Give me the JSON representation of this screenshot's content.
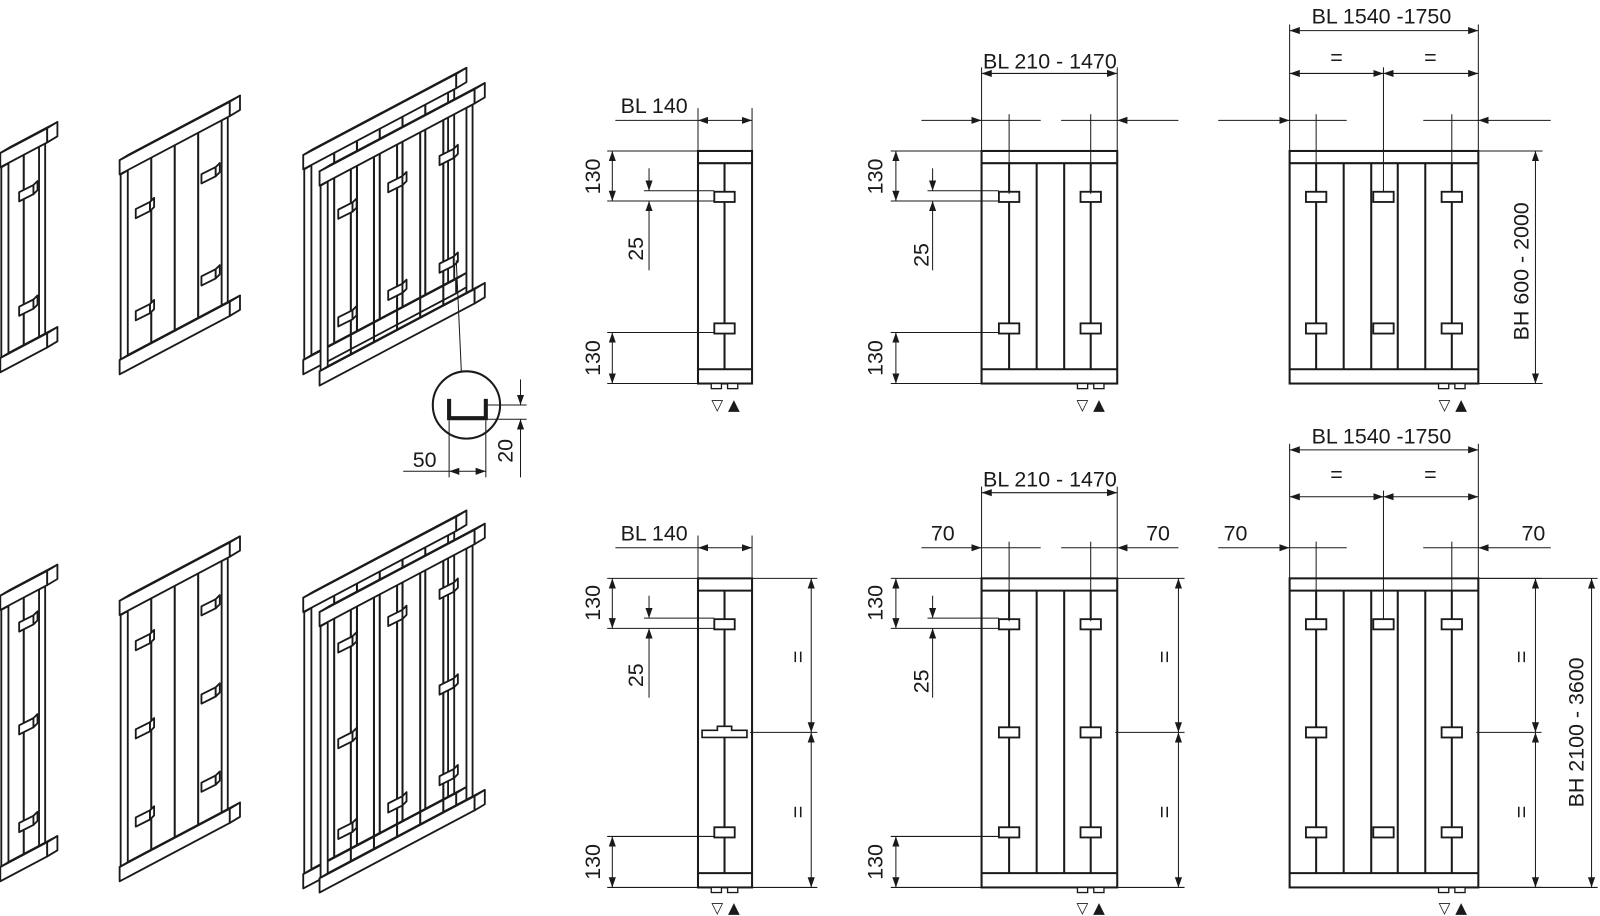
{
  "figure": {
    "detail": {
      "width": "50",
      "height": "20"
    },
    "top_row": {
      "p140": {
        "bl": "BL 140",
        "top": "130",
        "spacing": "25",
        "bottom": "130",
        "markers": "▽ ▲"
      },
      "p210": {
        "bl": "BL 210 - 1470",
        "top": "130",
        "spacing": "25",
        "bottom": "130",
        "markers": "▽ ▲"
      },
      "p1540": {
        "bl": "BL 1540 -1750",
        "eq1": "=",
        "eq2": "=",
        "bh": "BH 600 - 2000",
        "markers": "▽ ▲"
      }
    },
    "bottom_row": {
      "p140": {
        "bl": "BL 140",
        "top": "130",
        "spacing": "25",
        "bottom": "130",
        "eq1": "=",
        "eq2": "=",
        "markers": "▽ ▲"
      },
      "p210": {
        "bl": "BL 210 - 1470",
        "left": "70",
        "right": "70",
        "top": "130",
        "spacing": "25",
        "bottom": "130",
        "eq1": "=",
        "eq2": "=",
        "markers": "▽ ▲"
      },
      "p1540": {
        "bl": "BL 1540 -1750",
        "eq1": "=",
        "eq2": "=",
        "left": "70",
        "right": "70",
        "eq3": "=",
        "eq4": "=",
        "bh": "BH 2100 - 3600",
        "markers": "▽ ▲"
      }
    }
  }
}
